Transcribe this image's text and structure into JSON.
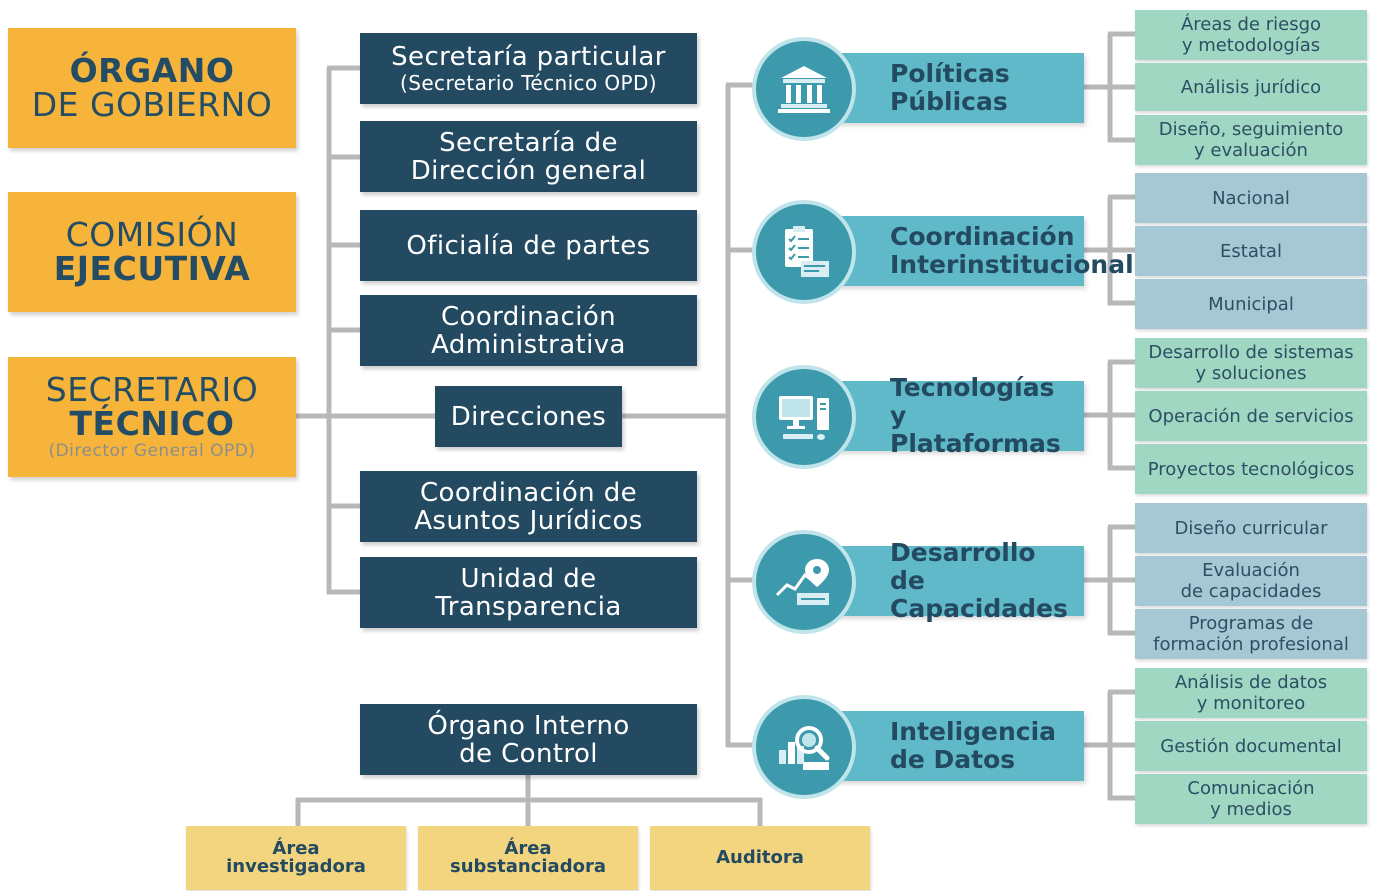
{
  "governance": {
    "organo": {
      "line1": "ÓRGANO",
      "line2": "DE GOBIERNO"
    },
    "comision": {
      "line1": "COMISIÓN",
      "line2": "EJECUTIVA"
    },
    "secretario": {
      "line1": "SECRETARIO",
      "line2": "TÉCNICO",
      "sub": "(Director General OPD)"
    }
  },
  "staff": {
    "particular": {
      "line1": "Secretaría particular",
      "line2": "(Secretario Técnico OPD)"
    },
    "direccion": {
      "line1": "Secretaría de",
      "line2": "Dirección general"
    },
    "oficialia": {
      "line1": "Oficialía de partes"
    },
    "administrativa": {
      "line1": "Coordinación",
      "line2": "Administrativa"
    },
    "direcciones": {
      "line1": "Direcciones"
    },
    "juridicos": {
      "line1": "Coordinación de",
      "line2": "Asuntos Jurídicos"
    },
    "transparencia": {
      "line1": "Unidad de",
      "line2": "Transparencia"
    },
    "control": {
      "line1": "Órgano Interno",
      "line2": "de Control"
    }
  },
  "control_areas": {
    "investigadora": {
      "line1": "Área",
      "line2": "investigadora"
    },
    "substanciadora": {
      "line1": "Área",
      "line2": "substanciadora"
    },
    "auditora": {
      "line1": "Auditora"
    }
  },
  "directorates": [
    {
      "line1": "Políticas",
      "line2": "Públicas",
      "icon": "government-building-icon",
      "subs": [
        {
          "line1": "Áreas de riesgo",
          "line2": "y metodologías"
        },
        {
          "line1": "Análisis jurídico",
          "line2": ""
        },
        {
          "line1": "Diseño, seguimiento",
          "line2": "y evaluación"
        }
      ]
    },
    {
      "line1": "Coordinación",
      "line2": "Interinstitucional",
      "icon": "clipboard-checklist-icon",
      "subs": [
        {
          "line1": "Nacional",
          "line2": ""
        },
        {
          "line1": "Estatal",
          "line2": ""
        },
        {
          "line1": "Municipal",
          "line2": ""
        }
      ]
    },
    {
      "line1": "Tecnologías",
      "line2": "y Plataformas",
      "icon": "computer-monitor-icon",
      "subs": [
        {
          "line1": "Desarrollo de sistemas",
          "line2": "y soluciones"
        },
        {
          "line1": "Operación de servicios",
          "line2": ""
        },
        {
          "line1": "Proyectos tecnológicos",
          "line2": ""
        }
      ]
    },
    {
      "line1": "Desarrollo",
      "line2": "de Capacidades",
      "icon": "growth-chart-pin-icon",
      "subs": [
        {
          "line1": "Diseño curricular",
          "line2": ""
        },
        {
          "line1": "Evaluación",
          "line2": "de capacidades"
        },
        {
          "line1": "Programas de",
          "line2": "formación profesional"
        }
      ]
    },
    {
      "line1": "Inteligencia",
      "line2": "de Datos",
      "icon": "data-magnifier-icon",
      "subs": [
        {
          "line1": "Análisis de datos",
          "line2": "y monitoreo"
        },
        {
          "line1": "Gestión documental",
          "line2": ""
        },
        {
          "line1": "Comunicación",
          "line2": "y medios"
        }
      ]
    }
  ],
  "colors": {
    "governance": "#f6b53a",
    "staff": "#234a61",
    "directorate": "#5fb9c8",
    "icon_circle": "#3d9aad",
    "sub_green": "#9fd7c3",
    "sub_blue": "#a6c8d4",
    "control_area": "#f2d57e",
    "connector": "#b8b8b8"
  }
}
